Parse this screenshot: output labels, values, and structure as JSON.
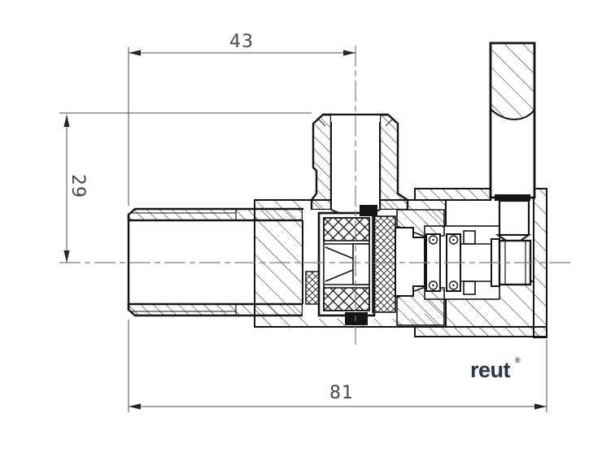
{
  "drawing": {
    "type": "technical-section-drawing",
    "subject": "angle-valve-cross-section",
    "dimensions": {
      "top_width": "43",
      "left_height": "29",
      "bottom_width": "81"
    },
    "logo": {
      "text": "reut",
      "mark": "®"
    },
    "colors": {
      "line": "#141414",
      "hatch": "#2a2a2a",
      "centerline": "#7d7d7d",
      "dimension_line": "#4f4f4f",
      "dimension_text": "#474747",
      "logo": "#273649",
      "background": "#ffffff"
    }
  }
}
